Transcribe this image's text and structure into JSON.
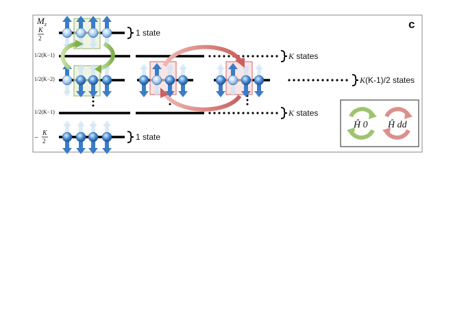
{
  "panel_label": "c",
  "axis_title": "M",
  "axis_title_sub": "z",
  "levels": [
    {
      "id": "top",
      "mz_num": "K",
      "mz_den": "2",
      "mz_prefix": "",
      "count": "1 state"
    },
    {
      "id": "upper",
      "mz_frac": "1/2(K−1)",
      "count_italic": "K",
      "count_rest": " states"
    },
    {
      "id": "mid",
      "mz_frac": "1/2(K−2)",
      "count_italic": "K",
      "count_rest": "(K-1)/2 states"
    },
    {
      "id": "lower",
      "mz_frac": "1/2(K−1)",
      "count_italic": "K",
      "count_rest": " states"
    },
    {
      "id": "bottom",
      "mz_num": "K",
      "mz_den": "2",
      "mz_prefix": "−",
      "count": "1 state"
    }
  ],
  "legend": {
    "h0_label": "Ĥ 0",
    "hdd_label": "Ĥ dd",
    "h0_color": "#8fbf5a",
    "hdd_color": "#d97b78"
  },
  "colors": {
    "spin_blue": "#3a7cc8",
    "spin_light": "#bcd7f2",
    "box_green": "#8fbf5a",
    "box_red": "#d97b78"
  }
}
